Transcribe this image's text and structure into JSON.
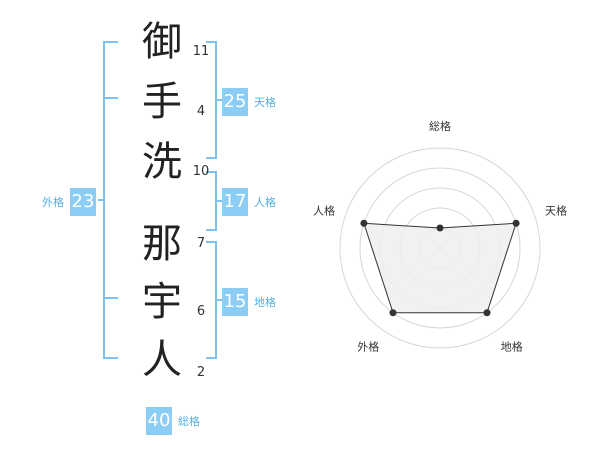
{
  "name": {
    "characters": [
      "御",
      "手",
      "洗",
      "那",
      "宇",
      "人"
    ],
    "strokes": [
      "11",
      "4",
      "10",
      "7",
      "6",
      "2"
    ]
  },
  "grades": {
    "tenkaku": {
      "label": "天格",
      "value": "25"
    },
    "jinkaku": {
      "label": "人格",
      "value": "17"
    },
    "chikaku": {
      "label": "地格",
      "value": "15"
    },
    "gaikaku": {
      "label": "外格",
      "value": "23"
    },
    "soukaku": {
      "label": "総格",
      "value": "40"
    }
  },
  "radar": {
    "axes": [
      "総格",
      "天格",
      "地格",
      "外格",
      "人格"
    ],
    "levels": 5,
    "values": [
      1,
      4,
      4,
      4,
      4
    ],
    "colors": {
      "fill": "#efefef",
      "line": "#333333",
      "grid": "#d6d6d6",
      "axis_label": "#333333"
    }
  },
  "colors": {
    "bracket": "#7cc2ee",
    "badge": "#8ccdf5",
    "badge_label": "#54aee6"
  }
}
